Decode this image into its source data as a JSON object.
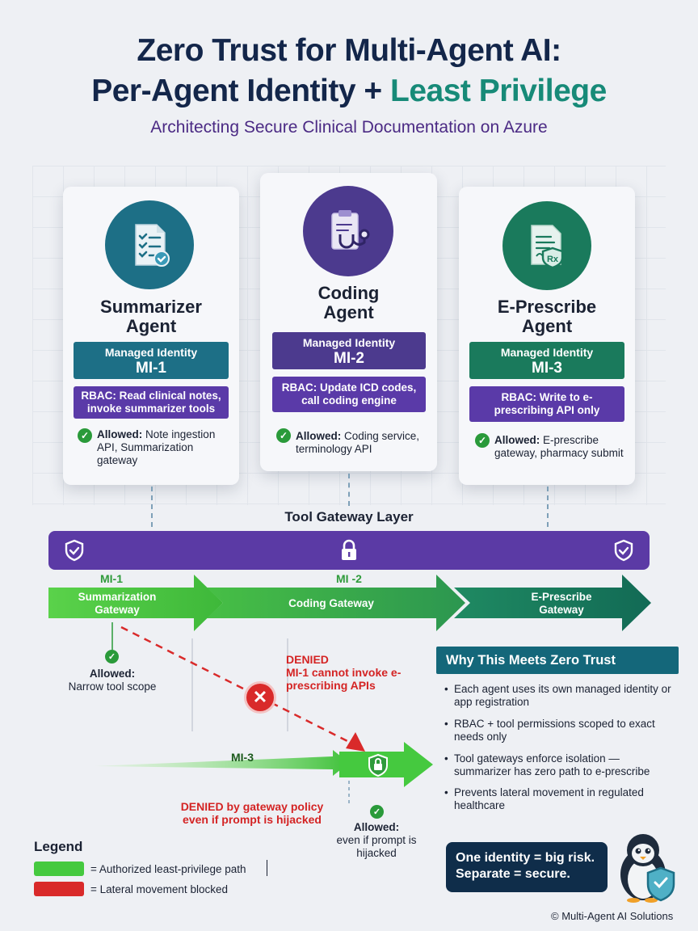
{
  "header": {
    "title_line1": "Zero Trust for Multi-Agent AI:",
    "title_line2_main": "Per-Agent Identity + ",
    "title_line2_accent": "Least Privilege",
    "subtitle": "Architecting Secure Clinical Documentation on Azure"
  },
  "agents": [
    {
      "name_line1": "Summarizer",
      "name_line2": "Agent",
      "mi_label": "Managed Identity",
      "mi_value": "MI-1",
      "rbac": "RBAC: Read clinical notes, invoke summarizer tools",
      "allowed_label": "Allowed:",
      "allowed_text": "Note ingestion API, Summarization gateway",
      "color": "#1d6f86"
    },
    {
      "name_line1": "Coding",
      "name_line2": "Agent",
      "mi_label": "Managed Identity",
      "mi_value": "MI-2",
      "rbac": "RBAC: Update ICD codes, call coding engine",
      "allowed_label": "Allowed:",
      "allowed_text": "Coding service, terminology API",
      "color": "#4c3a8e"
    },
    {
      "name_line1": "E-Prescribe",
      "name_line2": "Agent",
      "mi_label": "Managed Identity",
      "mi_value": "MI-3",
      "rbac": "RBAC: Write to e-prescribing API only",
      "allowed_label": "Allowed:",
      "allowed_text": "E-prescribe gateway, pharmacy submit",
      "color": "#1a7a5c"
    }
  ],
  "gateway_layer": {
    "label": "Tool Gateway Layer",
    "gateways": [
      {
        "label": "Summarization Gateway",
        "tag": "MI-1"
      },
      {
        "label": "Coding Gateway",
        "tag": "MI -2"
      },
      {
        "label": "E-Prescribe Gateway",
        "tag": ""
      }
    ]
  },
  "flows": {
    "allowed_mi1_label": "Allowed:",
    "allowed_mi1_text": "Narrow tool scope",
    "denied_mi1_title": "DENIED",
    "denied_mi1_text": "MI-1 cannot invoke e-prescribing APIs",
    "mi3_tag": "MI-3",
    "denied_policy_text": "DENIED by gateway policy even if prompt is hijacked",
    "allowed_mi3_label": "Allowed:",
    "allowed_mi3_text": "even if prompt is hijacked"
  },
  "why": {
    "title": "Why This Meets Zero Trust",
    "items": [
      "Each agent uses its own managed identity or app registration",
      "RBAC + tool permissions scoped to exact needs only",
      "Tool gateways enforce isolation — summarizer has zero path to e-prescribe",
      "Prevents lateral movement in regulated healthcare"
    ]
  },
  "legend": {
    "title": "Legend",
    "items": [
      {
        "text": "= Authorized least-privilege path",
        "color": "#45c93f"
      },
      {
        "text": "= Lateral movement blocked",
        "color": "#d92a2a"
      }
    ]
  },
  "callout": {
    "line1": "One identity = big risk.",
    "line2": "Separate = secure."
  },
  "copyright": "© Multi-Agent AI Solutions",
  "colors": {
    "title": "#13264a",
    "accent": "#178a78",
    "gateway_bar": "#5b3aa5",
    "allowed_green": "#45c93f",
    "denied_red": "#d92a2a",
    "eprescribe_teal": "#1a7a5c"
  }
}
